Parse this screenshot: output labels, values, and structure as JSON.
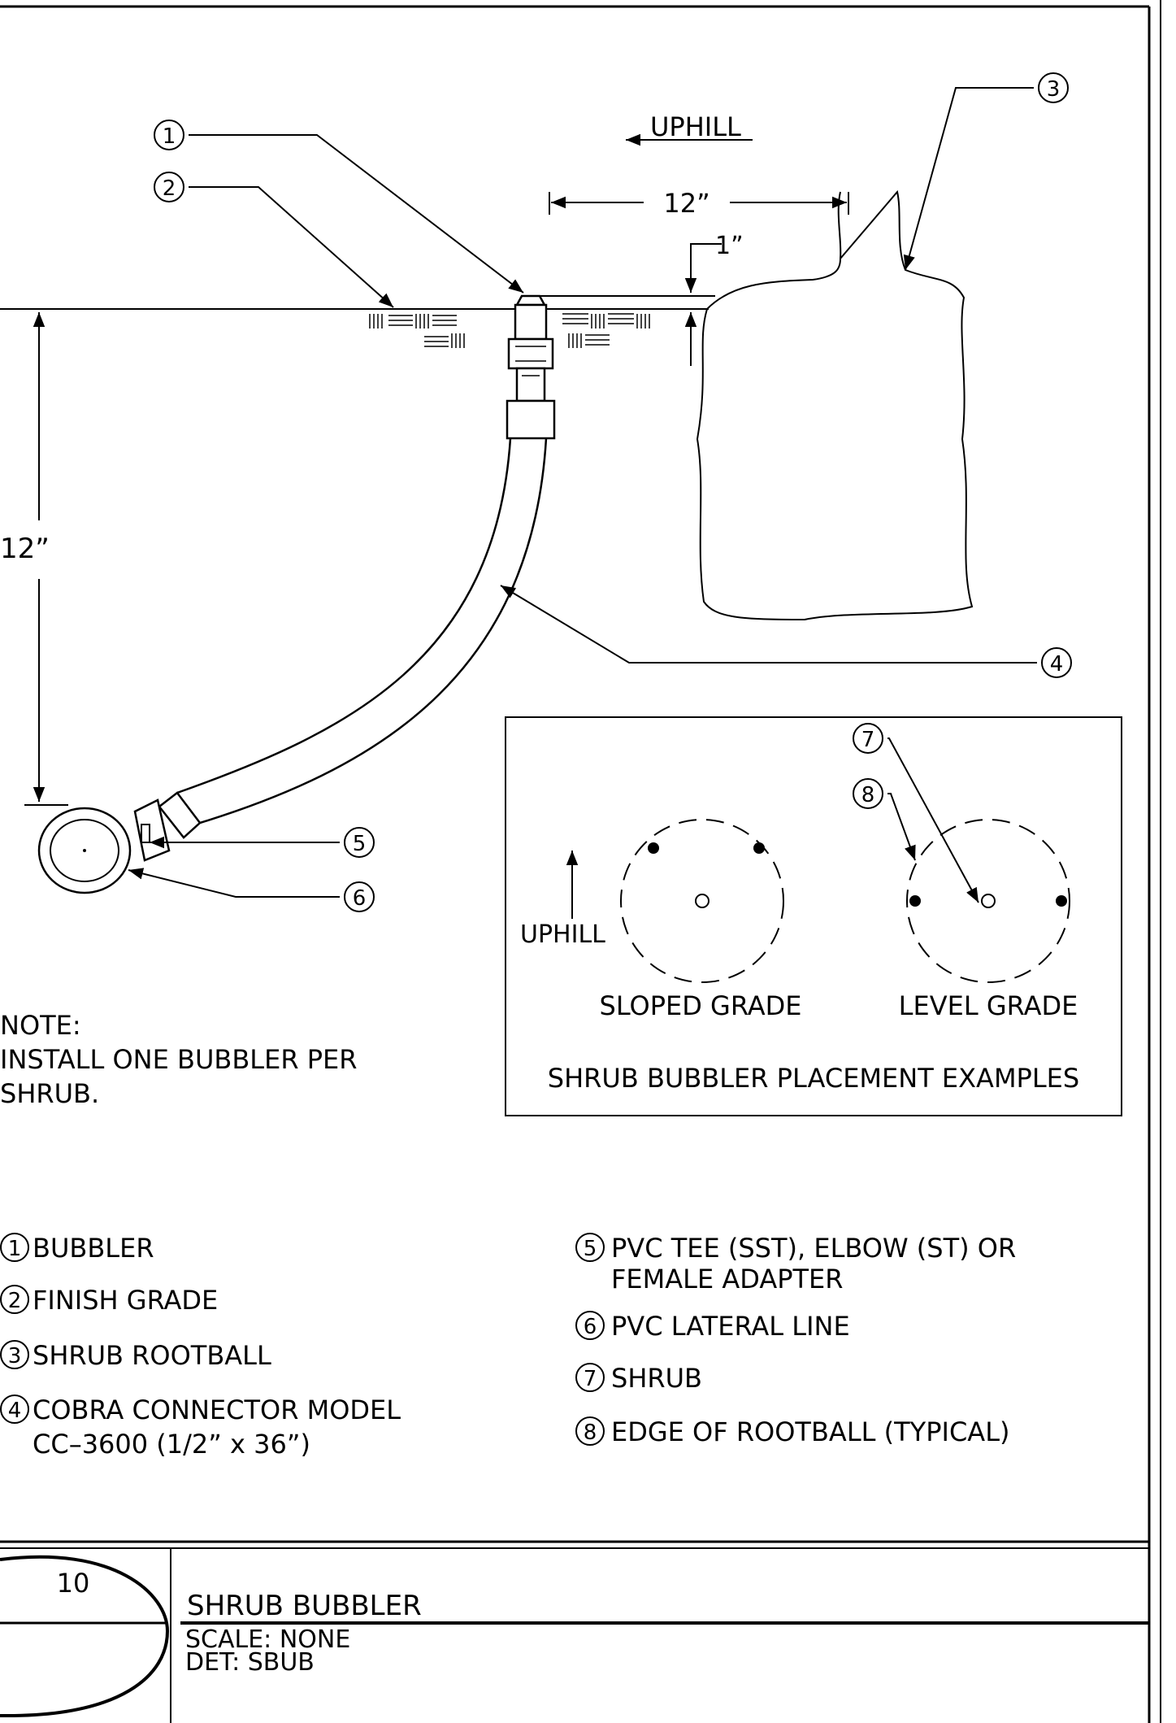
{
  "drawing": {
    "uphill_top": "UPHILL",
    "dim_width": "12”",
    "dim_cover": "1”",
    "dim_depth": "12”",
    "callouts": [
      "1",
      "2",
      "3",
      "4",
      "5",
      "6",
      "7",
      "8"
    ]
  },
  "inset": {
    "title": "SHRUB BUBBLER PLACEMENT EXAMPLES",
    "uphill": "UPHILL",
    "sloped_label": "SLOPED GRADE",
    "level_label": "LEVEL GRADE"
  },
  "note": {
    "heading": "NOTE:",
    "line1": "INSTALL ONE BUBBLER PER",
    "line2": "SHRUB."
  },
  "legend": {
    "items": [
      {
        "num": "1",
        "lines": [
          "BUBBLER"
        ]
      },
      {
        "num": "2",
        "lines": [
          "FINISH GRADE"
        ]
      },
      {
        "num": "3",
        "lines": [
          "SHRUB ROOTBALL"
        ]
      },
      {
        "num": "4",
        "lines": [
          "COBRA CONNECTOR MODEL",
          "CC–3600 (1/2” x 36”)"
        ]
      },
      {
        "num": "5",
        "lines": [
          "PVC TEE (SST), ELBOW (ST) OR",
          "FEMALE ADAPTER"
        ]
      },
      {
        "num": "6",
        "lines": [
          "PVC LATERAL LINE"
        ]
      },
      {
        "num": "7",
        "lines": [
          "SHRUB"
        ]
      },
      {
        "num": "8",
        "lines": [
          "EDGE OF ROOTBALL (TYPICAL)"
        ]
      }
    ]
  },
  "title_block": {
    "detail_number": "10",
    "title": "SHRUB BUBBLER",
    "scale": "SCALE: NONE",
    "det": "DET: SBUB"
  }
}
